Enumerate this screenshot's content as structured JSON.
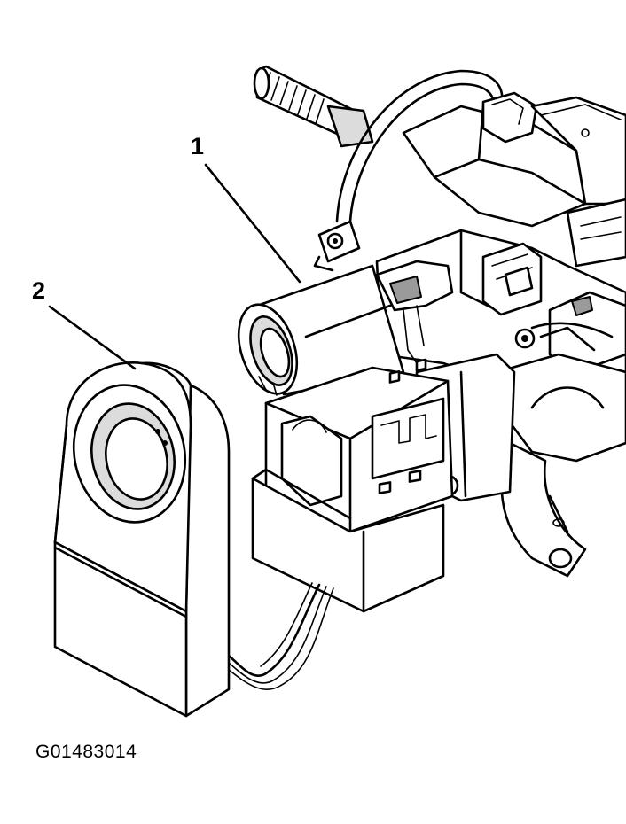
{
  "callouts": [
    {
      "label": "1"
    },
    {
      "label": "2"
    }
  ],
  "figure_id": "G01483014",
  "parts": [
    {
      "callout": "1",
      "icon": "ignition-lock-cylinder-housing-icon"
    },
    {
      "callout": "2",
      "icon": "pass-key-module-icon"
    }
  ]
}
